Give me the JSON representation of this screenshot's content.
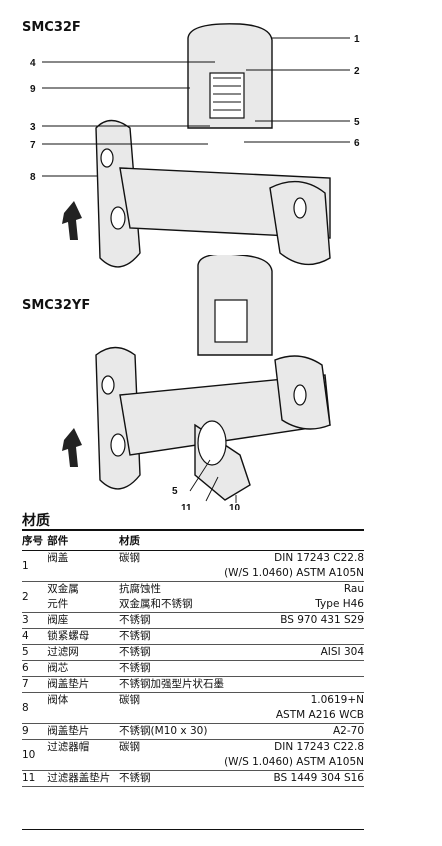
{
  "figures": [
    {
      "model": "SMC32F"
    },
    {
      "model": "SMC32YF"
    }
  ],
  "callouts_top": [
    "1",
    "4",
    "2",
    "9",
    "3",
    "5",
    "7",
    "6",
    "8"
  ],
  "callouts_bottom": [
    "5",
    "11",
    "10"
  ],
  "materials": {
    "title": "材质",
    "headers": {
      "no": "序号",
      "part": "部件",
      "material": "材质"
    },
    "rows": [
      {
        "no": "1",
        "lines": [
          {
            "part": "阀盖",
            "material": "碳钢",
            "std": "DIN 17243 C22.8"
          },
          {
            "part": "",
            "material": "",
            "std": "(W/S 1.0460) ASTM A105N"
          }
        ]
      },
      {
        "no": "2",
        "lines": [
          {
            "part": "双金属",
            "material": "抗腐蚀性",
            "std": "Rau"
          },
          {
            "part": "元件",
            "material": "双金属和不锈钢",
            "std": "Type H46"
          }
        ]
      },
      {
        "no": "3",
        "lines": [
          {
            "part": "阀座",
            "material": "不锈钢",
            "std": "BS 970 431 S29"
          }
        ]
      },
      {
        "no": "4",
        "lines": [
          {
            "part": "锁紧螺母",
            "material": "不锈钢",
            "std": ""
          }
        ]
      },
      {
        "no": "5",
        "lines": [
          {
            "part": "过滤网",
            "material": "不锈钢",
            "std": "AISI 304"
          }
        ]
      },
      {
        "no": "6",
        "lines": [
          {
            "part": "阀芯",
            "material": "不锈钢",
            "std": ""
          }
        ]
      },
      {
        "no": "7",
        "lines": [
          {
            "part": "阀盖垫片",
            "material": "不锈钢加强型片状石墨",
            "std": ""
          }
        ]
      },
      {
        "no": "8",
        "lines": [
          {
            "part": "阀体",
            "material": "碳钢",
            "std": "1.0619+N"
          },
          {
            "part": "",
            "material": "",
            "std": "ASTM A216 WCB"
          }
        ]
      },
      {
        "no": "9",
        "lines": [
          {
            "part": "阀盖垫片",
            "material": "不锈钢(M10 x 30)",
            "std": "A2-70"
          }
        ]
      },
      {
        "no": "10",
        "lines": [
          {
            "part": "过滤器帽",
            "material": "碳钢",
            "std": "DIN 17243 C22.8"
          },
          {
            "part": "",
            "material": "",
            "std": "(W/S 1.0460) ASTM A105N"
          }
        ]
      },
      {
        "no": "11",
        "lines": [
          {
            "part": "过滤器盖垫片",
            "material": "不锈钢",
            "std": "BS 1449 304 S16"
          }
        ]
      }
    ]
  }
}
